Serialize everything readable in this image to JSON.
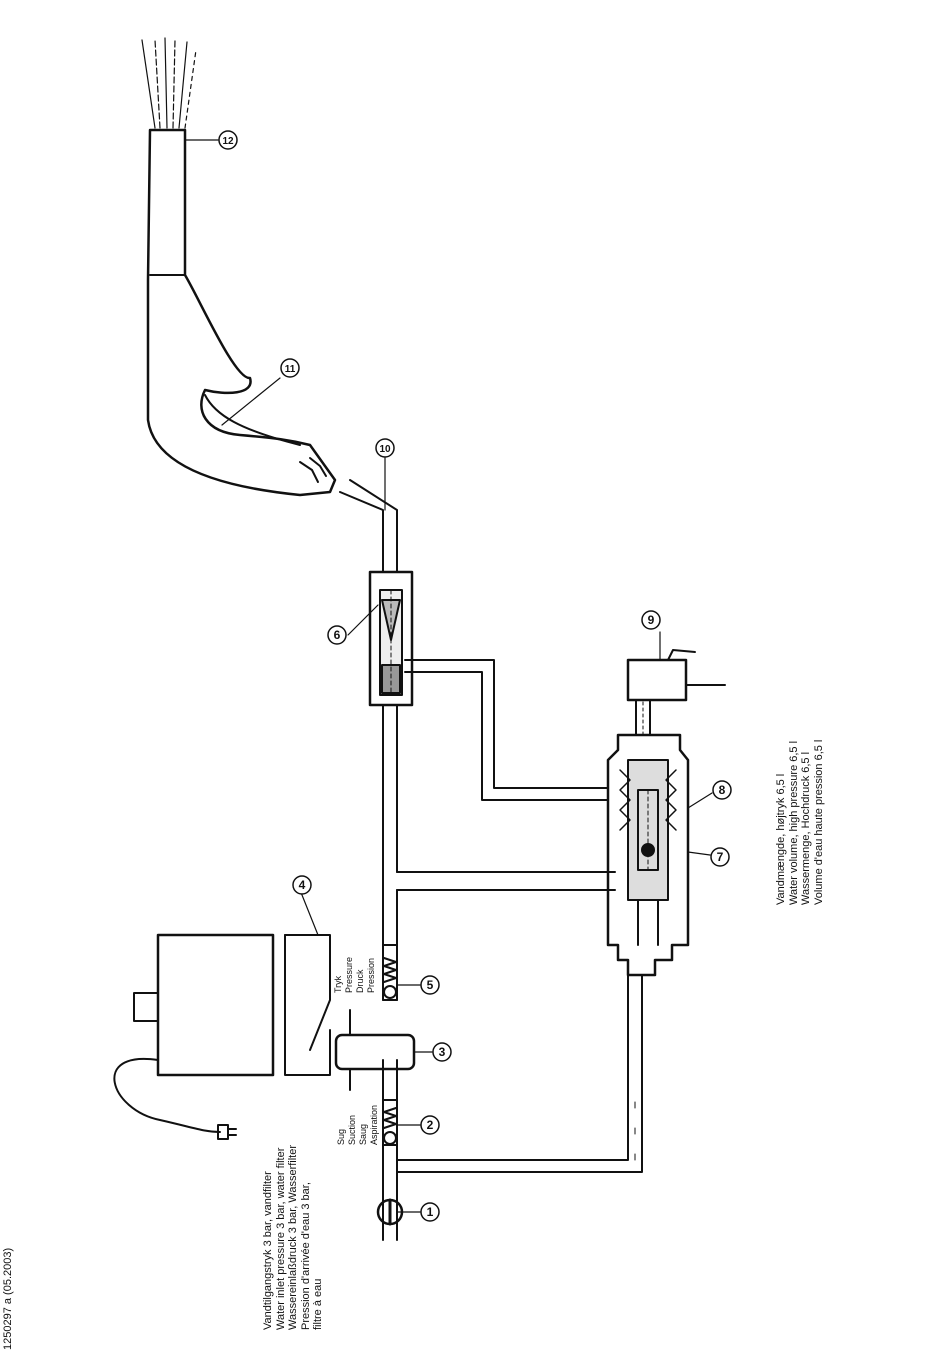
{
  "document_id": "1250297 a   (05.2003)",
  "inlet_note": [
    "Vandtilgangstryk 3 bar, vandfilter",
    "Water inlet pressure 3 bar, water filter",
    "Wassereinlaßdruck 3 bar, Wasserfilter",
    "Pression d'arrivée d'eau 3 bar,",
    "filtre à eau"
  ],
  "suction_label": [
    "Sug",
    "Suction",
    "Saug",
    "Aspiration"
  ],
  "pressure_label": [
    "Tryk",
    "Pressure",
    "Druck",
    "Pression"
  ],
  "volume_note": [
    "Vandmængde, højtryk 6,5 l",
    "Water volume, high pressure 6,5 l",
    "Wassermenge, Hochdruck 6,5 l",
    "Volume d'eau haute pression 6,5 l"
  ],
  "callouts": [
    "1",
    "2",
    "3",
    "4",
    "5",
    "6",
    "7",
    "8",
    "9",
    "10",
    "11",
    "12"
  ]
}
